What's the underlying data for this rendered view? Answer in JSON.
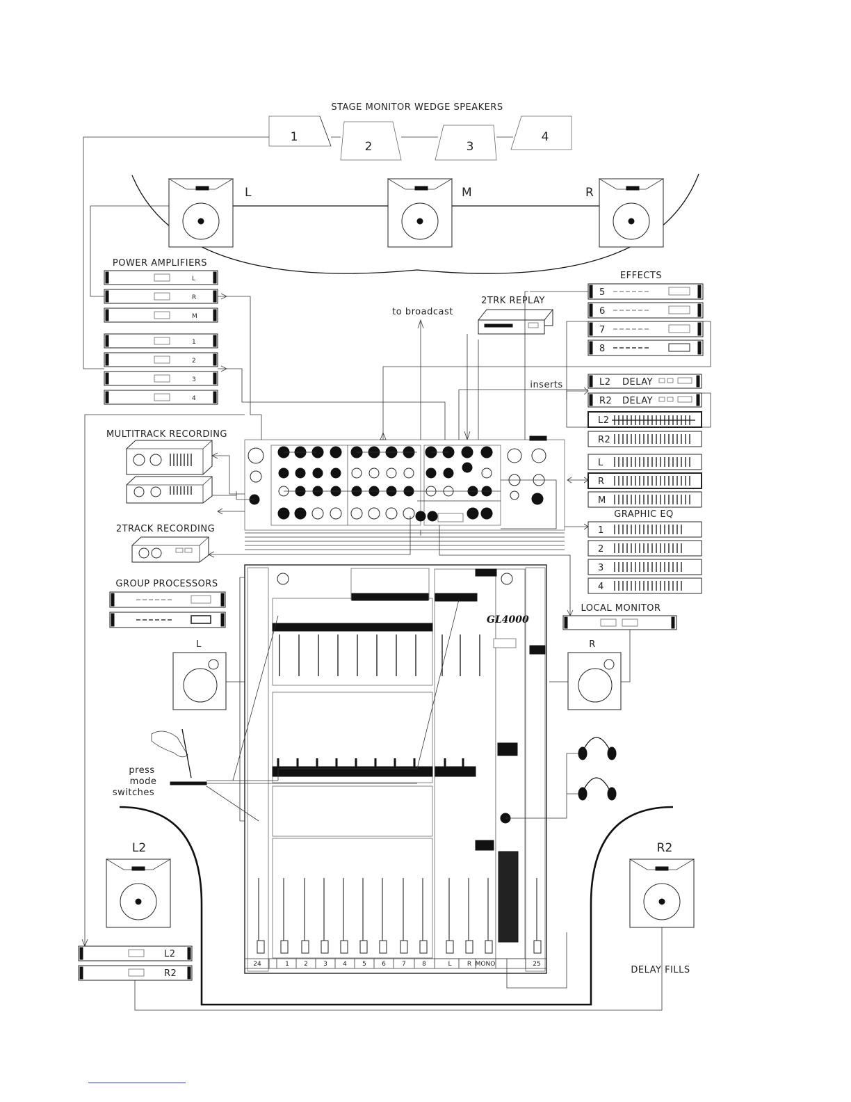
{
  "labels": {
    "wedge_title": "STAGE MONITOR WEDGE SPEAKERS",
    "wedges": [
      "1",
      "2",
      "3",
      "4"
    ],
    "main_speakers": [
      "L",
      "M",
      "R"
    ],
    "power_amps_title": "POWER AMPLIFIERS",
    "power_amps_main": [
      "L",
      "R",
      "M"
    ],
    "power_amps_monitor": [
      "1",
      "2",
      "3",
      "4"
    ],
    "effects_title": "EFFECTS",
    "effects_units": [
      "5",
      "6",
      "7",
      "8"
    ],
    "replay_title": "2TRK REPLAY",
    "broadcast": "to broadcast",
    "inserts_top": "inserts",
    "inserts_bottom": "inserts",
    "delay_units": [
      "L2",
      "R2"
    ],
    "delay_word": "DELAY",
    "eq_fill_units": [
      "L2",
      "R2"
    ],
    "eq_main_units": [
      "L",
      "R",
      "M"
    ],
    "graphic_eq_title": "GRAPHIC EQ",
    "graphic_eq_units": [
      "1",
      "2",
      "3",
      "4"
    ],
    "multitrack_title": "MULTITRACK RECORDING",
    "twotrack_title": "2TRACK RECORDING",
    "group_proc_title": "GROUP PROCESSORS",
    "local_monitor_title": "LOCAL MONITOR",
    "nearfield": [
      "L",
      "R"
    ],
    "console_logo": "GL4000",
    "press_note": [
      "press",
      "mode",
      "switches"
    ],
    "fill_speakers": [
      "L2",
      "R2"
    ],
    "delay_amps": [
      "L2",
      "R2"
    ],
    "delay_fills": "DELAY FILLS",
    "channel_numbers": [
      "24",
      "1",
      "2",
      "3",
      "4",
      "5",
      "6",
      "7",
      "8",
      "L",
      "R",
      "MONO",
      "25"
    ]
  }
}
